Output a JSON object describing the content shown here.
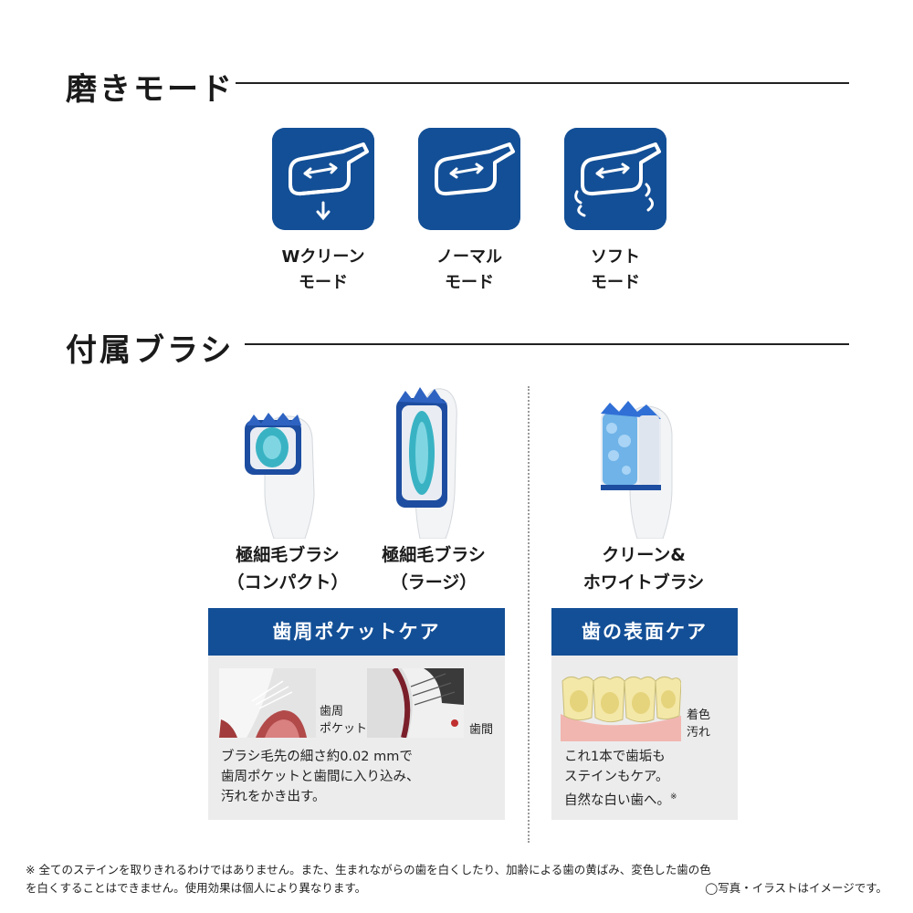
{
  "section_modes": {
    "title": "磨きモード"
  },
  "modes": [
    {
      "label": "Wクリーン\nモード",
      "icon": "brush-head-w-clean-icon"
    },
    {
      "label": "ノーマル\nモード",
      "icon": "brush-head-normal-icon"
    },
    {
      "label": "ソフト\nモード",
      "icon": "brush-head-soft-icon"
    }
  ],
  "section_brushes": {
    "title": "付属ブラシ"
  },
  "brushes": [
    {
      "name": "極細毛ブラシ\n（コンパクト）"
    },
    {
      "name": "極細毛ブラシ\n（ラージ）"
    },
    {
      "name": "クリーン&\nホワイトブラシ"
    }
  ],
  "panels": {
    "pocket": {
      "heading": "歯周ポケットケア",
      "tag_pocket": "歯周\nポケット",
      "tag_gap": "歯間",
      "description": "ブラシ毛先の細さ約0.02 mmで\n歯周ポケットと歯間に入り込み、\n汚れをかき出す。"
    },
    "surface": {
      "heading": "歯の表面ケア",
      "tag_stain": "着色\n汚れ",
      "description": "これ1本で歯垢も\nステインもケア。\n自然な白い歯へ。",
      "note_mark": "※"
    }
  },
  "footnote": {
    "line1": "※ 全てのステインを取りきれるわけではありません。また、生まれながらの歯を白くしたり、加齢による歯の黄ばみ、変色した歯の色",
    "line2": "を白くすることはできません。使用効果は個人により異なります。",
    "right_note": "◯写真・イラストはイメージです。"
  },
  "colors": {
    "accent_blue": "#134f96",
    "panel_bg": "#ececec",
    "rule": "#222222"
  }
}
